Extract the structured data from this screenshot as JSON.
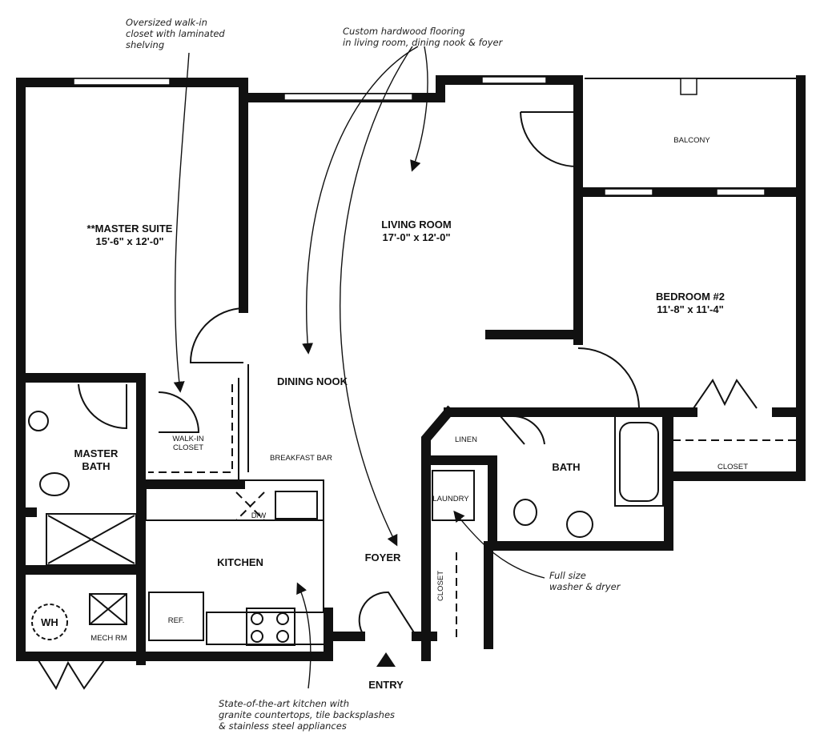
{
  "rooms": {
    "master_suite": {
      "name": "**MASTER SUITE",
      "dims": "15'-6\" x 12'-0\""
    },
    "living_room": {
      "name": "LIVING ROOM",
      "dims": "17'-0\" x 12'-0\""
    },
    "bedroom2": {
      "name": "BEDROOM #2",
      "dims": "11'-8\" x 11'-4\""
    },
    "balcony": "BALCONY",
    "dining_nook": "DINING NOOK",
    "master_bath_1": "MASTER",
    "master_bath_2": "BATH",
    "walkin_1": "WALK-IN",
    "walkin_2": "CLOSET",
    "breakfast_bar": "BREAKFAST BAR",
    "dw": "D/W",
    "kitchen": "KITCHEN",
    "ref": "REF.",
    "wh": "WH",
    "mech": "MECH RM",
    "foyer": "FOYER",
    "entry": "ENTRY",
    "linen": "LINEN",
    "laundry": "LAUNDRY",
    "bath": "BATH",
    "closet_bed2": "CLOSET",
    "closet_foyer": "CLOSET"
  },
  "annotations": {
    "walkin": [
      "Oversized walk-in",
      "closet with laminated",
      "shelving"
    ],
    "flooring": [
      "Custom hardwood flooring",
      "in living room, dining nook & foyer"
    ],
    "laundry": [
      "Full size",
      "washer & dryer"
    ],
    "kitchen": [
      "State-of-the-art kitchen with",
      "granite countertops, tile backsplashes",
      "& stainless steel appliances"
    ]
  }
}
